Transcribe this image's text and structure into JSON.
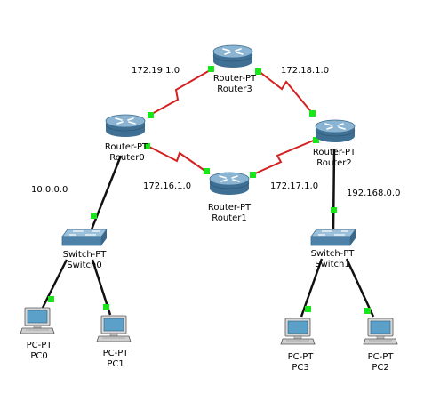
{
  "colors": {
    "serial_link": "#d42020",
    "ethernet_link": "#111111",
    "port_up": "#19e619",
    "router_body": "#5f8fb3",
    "switch_body": "#6e9cbd",
    "pc_body": "#cfcfcf",
    "pc_screen": "#5aa0c8"
  },
  "networks": {
    "r3_r0": "172.19.1.0",
    "r3_r2": "172.18.1.0",
    "r0_r1": "172.16.1.0",
    "r1_r2": "172.17.1.0",
    "lan0": "10.0.0.0",
    "lan2": "192.168.0.0"
  },
  "devices": {
    "router3": {
      "type": "Router-PT",
      "name": "Router3",
      "icon": "router-icon"
    },
    "router0": {
      "type": "Router-PT",
      "name": "Router0",
      "icon": "router-icon"
    },
    "router2": {
      "type": "Router-PT",
      "name": "Router2",
      "icon": "router-icon"
    },
    "router1": {
      "type": "Router-PT",
      "name": "Router1",
      "icon": "router-icon"
    },
    "switch0": {
      "type": "Switch-PT",
      "name": "Switch0",
      "icon": "switch-icon"
    },
    "switch1": {
      "type": "Switch-PT",
      "name": "Switch1",
      "icon": "switch-icon"
    },
    "pc0": {
      "type": "PC-PT",
      "name": "PC0",
      "icon": "pc-icon"
    },
    "pc1": {
      "type": "PC-PT",
      "name": "PC1",
      "icon": "pc-icon"
    },
    "pc3": {
      "type": "PC-PT",
      "name": "PC3",
      "icon": "pc-icon"
    },
    "pc2": {
      "type": "PC-PT",
      "name": "PC2",
      "icon": "pc-icon"
    }
  }
}
